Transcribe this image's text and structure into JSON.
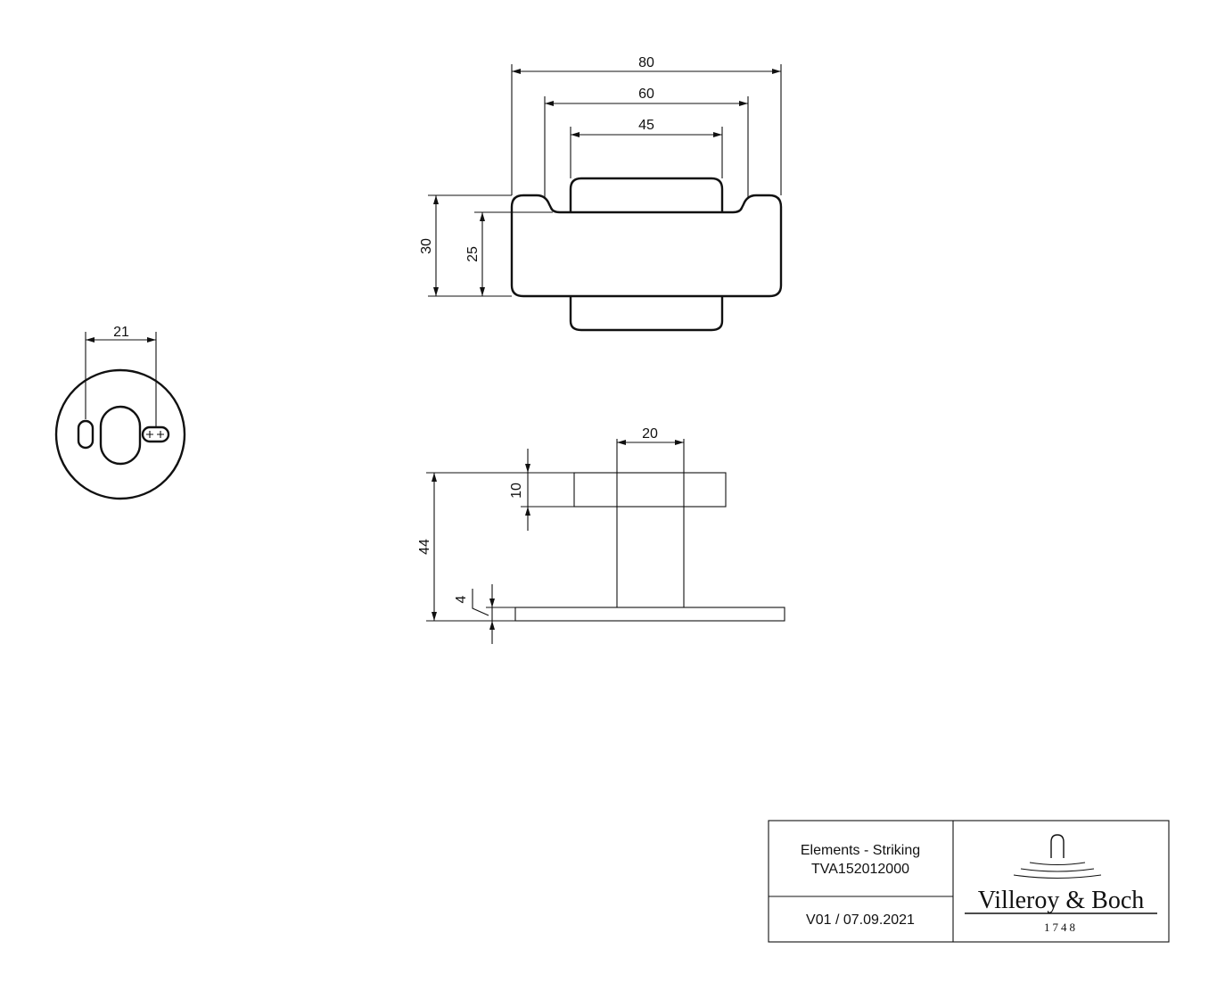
{
  "front_view": {
    "dims": {
      "width_80": "80",
      "width_60": "60",
      "width_45": "45",
      "height_30": "30",
      "height_25": "25"
    }
  },
  "round_view": {
    "dims": {
      "width_21": "21"
    }
  },
  "side_view": {
    "dims": {
      "width_20": "20",
      "height_10": "10",
      "height_44": "44",
      "height_4": "4"
    }
  },
  "title_block": {
    "product_name": "Elements - Striking",
    "article_number": "TVA152012000",
    "version_date": "V01 / 07.09.2021",
    "brand_name": "Villeroy & Boch",
    "brand_year": "1748",
    "logo_icon": "villeroy-boch-faucet-logo-icon"
  }
}
